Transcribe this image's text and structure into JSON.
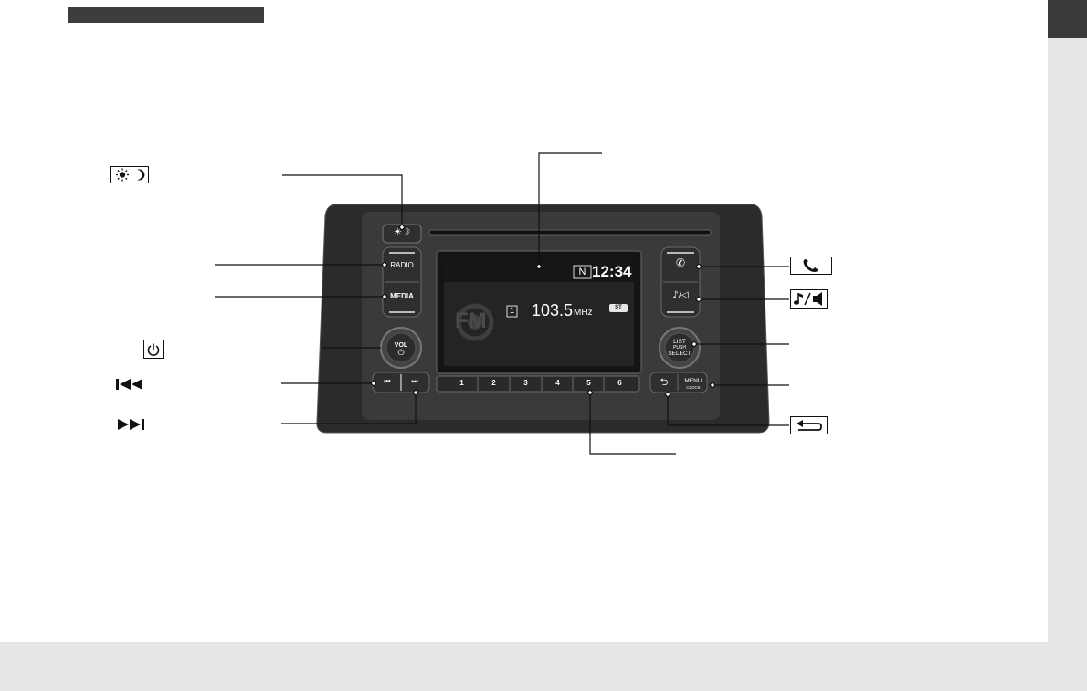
{
  "unit": {
    "radio_label": "RADIO",
    "media_label": "MEDIA",
    "vol_label": "VOL",
    "list_label": "LIST",
    "push_label": "PUSH",
    "select_label": "SELECT",
    "menu_label": "MENU",
    "clock_label": "CLOCK",
    "preset_buttons": [
      "1",
      "2",
      "3",
      "4",
      "5",
      "6"
    ]
  },
  "display": {
    "n_indicator": "N",
    "clock": "12:34",
    "preset_index": "1",
    "frequency": "103.5",
    "frequency_unit": "MHz",
    "st_badge": "ST",
    "band_watermark": "FM"
  },
  "callout_symbols": [
    "day-night-icon",
    "power-icon",
    "skip-back-icon",
    "skip-forward-icon",
    "phone-icon",
    "music-audio-icon",
    "back-icon"
  ],
  "colors": {
    "sidebar_tab": "#3a3a3a",
    "background_strip": "#e6e6e6",
    "bezel": "#2a2a2a",
    "screen": "#1c1c1c"
  }
}
